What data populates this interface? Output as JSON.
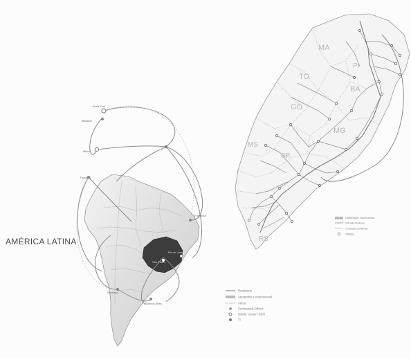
{
  "region_label": "AMÉRICA LATINA",
  "state_labels": [
    "MA",
    "PI",
    "TO",
    "BA",
    "GO",
    "MG",
    "MS",
    "SP",
    "RS"
  ],
  "latam_city_labels": [
    "Nova York",
    "Madison",
    "Miami",
    "Panamá",
    "Fortaleza",
    "Rio de Janeiro",
    "São Paulo",
    "Santiago",
    "Buenos Aires"
  ],
  "legend_left": [
    {
      "label": "Rodoviário",
      "swatch": "solid"
    },
    {
      "label": "Aeroportos e Internacional",
      "swatch": "double"
    },
    {
      "label": "Aéreo",
      "swatch": "dashed"
    },
    {
      "label": "Commercial Offices",
      "swatch": "circle"
    },
    {
      "label": "Distrib. Center / BPO",
      "swatch": "ring"
    },
    {
      "label": "TI",
      "swatch": "dot"
    }
  ],
  "legend_right": [
    {
      "label": "Distribuição - Alta Rodovia",
      "swatch": "double"
    },
    {
      "label": "Sub Alto Rodovia",
      "swatch": "hatched"
    },
    {
      "label": "Conexões Universal",
      "swatch": "dashed"
    },
    {
      "label": "Cidades",
      "swatch": "ring"
    }
  ],
  "colors": {
    "highlight_state": "#3c3c3c",
    "map_fill": "#e6e6e6",
    "map_stroke": "#8a8a8a",
    "route": "#8c8c8c"
  }
}
